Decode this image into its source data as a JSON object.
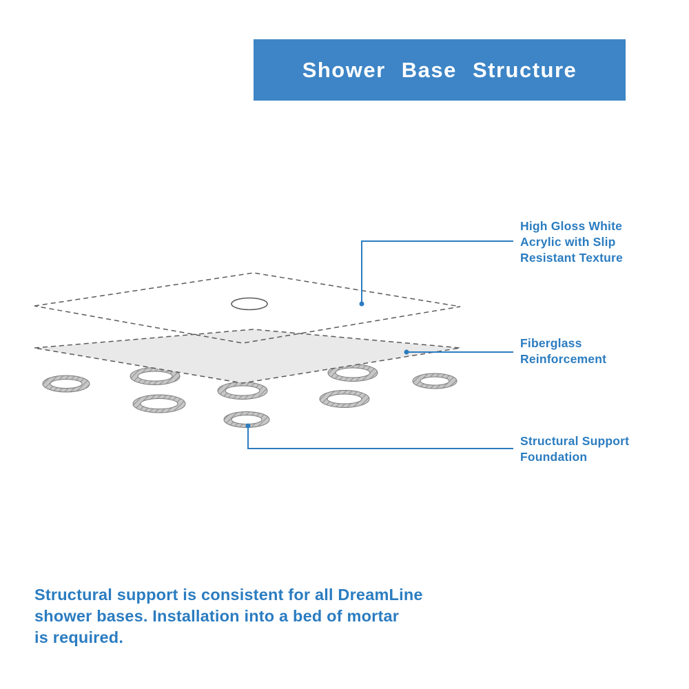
{
  "banner": {
    "title": "Shower Base Structure"
  },
  "diagram": {
    "labels": {
      "acrylic": "High Gloss White\nAcrylic with Slip\nResistant Texture",
      "fiberglass": "Fiberglass\nReinforcement",
      "foundation": "Structural Support\nFoundation"
    },
    "parts": {
      "top_layer": "acrylic-top-sheet",
      "middle_layer": "fiberglass-reinforcement-sheet",
      "drain": "drain-opening",
      "rings": "structural-support-ring"
    }
  },
  "footer": {
    "note": "Structural support is consistent for all DreamLine\nshower bases. Installation into a bed of mortar\nis required."
  },
  "colors": {
    "banner_blue": "#3d85c6",
    "text_blue": "#2b7cc0",
    "layer_gray": "#e9e9e9",
    "ring_gray": "#c7c7c7",
    "outline_gray": "#5a5a5a",
    "background": "#ffffff"
  }
}
